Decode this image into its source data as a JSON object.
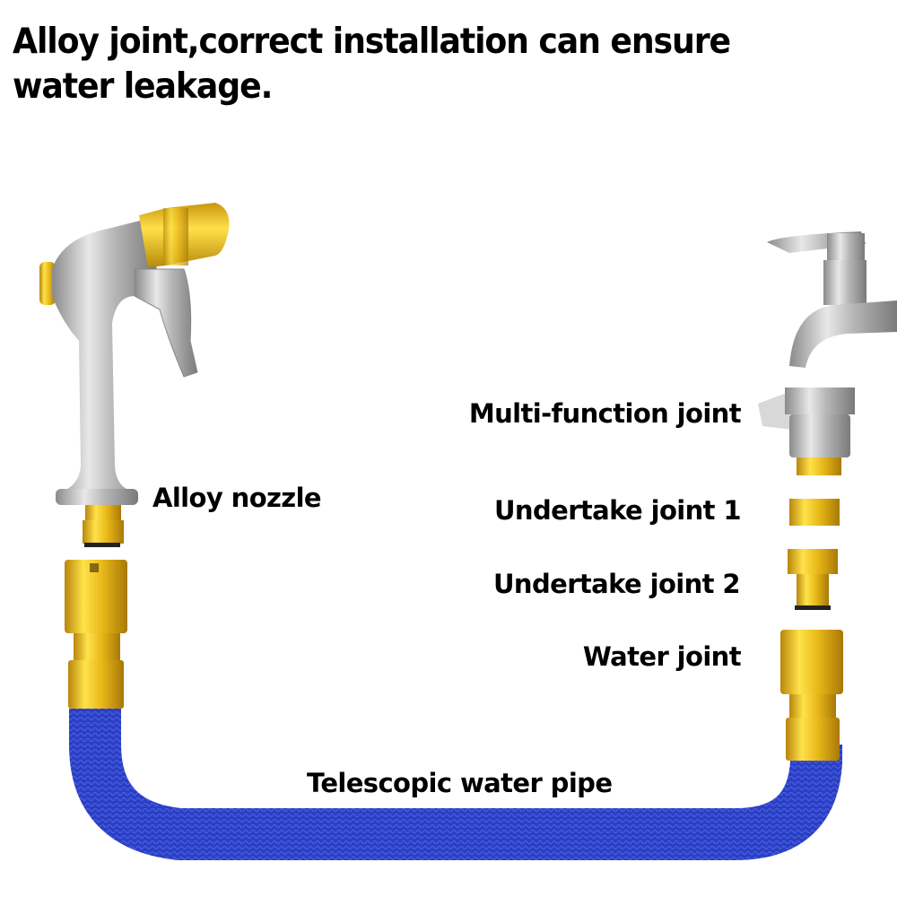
{
  "headline": "Alloy joint,correct installation can ensure water leakage.",
  "labels": {
    "alloy_nozzle": "Alloy nozzle",
    "multi_function_joint": "Multi-function joint",
    "undertake_joint_1": "Undertake joint 1",
    "undertake_joint_2": "Undertake joint 2",
    "water_joint": "Water joint",
    "telescopic_water_pipe": "Telescopic water pipe"
  },
  "colors": {
    "hose_blue": "#2a3fc4",
    "brass_gold": "#e8c020",
    "chrome_silver": "#c8c8c8",
    "text": "#000000",
    "background": "#ffffff"
  }
}
